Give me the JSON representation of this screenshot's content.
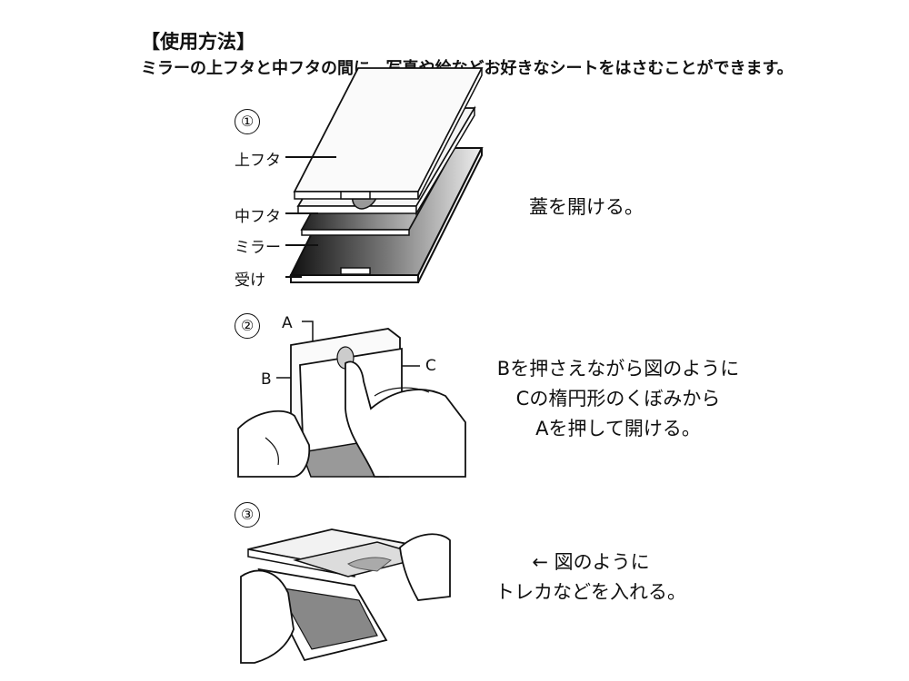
{
  "header": {
    "title": "【使用方法】",
    "intro": "ミラーの上フタと中フタの間に、写真や絵などお好きなシートをはさむことができます。"
  },
  "steps": [
    {
      "number": "①",
      "labels": [
        "上フタ",
        "中フタ",
        "ミラー",
        "受け"
      ],
      "instruction": [
        "蓋を開ける。"
      ]
    },
    {
      "number": "②",
      "labels": [
        "A",
        "B",
        "C"
      ],
      "instruction": [
        "Bを押さえながら図のように",
        "Cの楕円形のくぼみから",
        "Aを押して開ける。"
      ]
    },
    {
      "number": "③",
      "instruction": [
        "← 図のように",
        "トレカなどを入れる。"
      ]
    }
  ]
}
